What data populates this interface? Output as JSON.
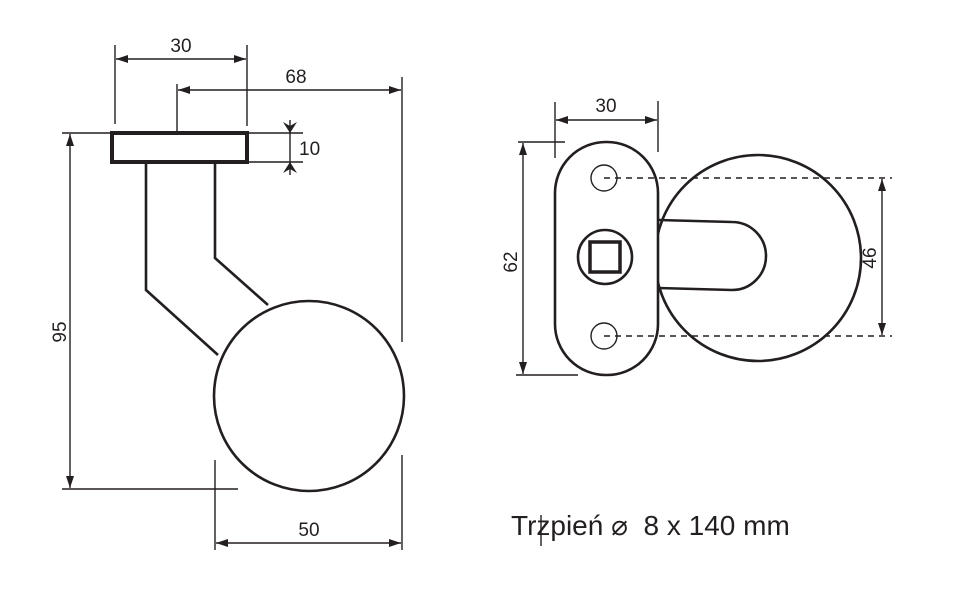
{
  "left_view": {
    "dim_plate_width": "30",
    "dim_projection": "68",
    "dim_plate_thickness": "10",
    "dim_height": "95",
    "dim_ball_diameter": "50"
  },
  "right_view": {
    "dim_rosette_width": "30",
    "dim_rosette_height": "62",
    "dim_hole_spacing": "46"
  },
  "caption": "Trzpień ⌀  8 x 140 mm",
  "colors": {
    "line": "#231f20",
    "background": "#ffffff"
  }
}
